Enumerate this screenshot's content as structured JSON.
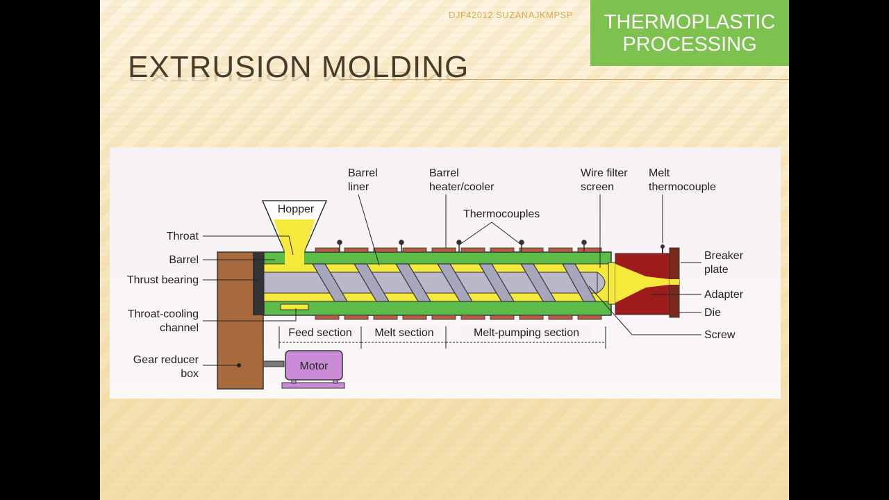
{
  "slide": {
    "author": "DJF42012 SUZANAJKMPSP",
    "badge": [
      "THERMOPLASTIC",
      "PROCESSING"
    ],
    "title": "EXTRUSION MOLDING"
  },
  "diagram": {
    "labels": {
      "hopper": "Hopper",
      "throat": "Throat",
      "barrel": "Barrel",
      "thrust_bearing": "Thrust bearing",
      "throat_cooling": [
        "Throat-cooling",
        "channel"
      ],
      "gear_reducer": [
        "Gear reducer",
        "box"
      ],
      "motor": "Motor",
      "barrel_liner": [
        "Barrel",
        "liner"
      ],
      "barrel_heater": [
        "Barrel",
        "heater/cooler"
      ],
      "thermocouples": "Thermocouples",
      "wire_filter": [
        "Wire filter",
        "screen"
      ],
      "melt_thermocouple": [
        "Melt",
        "thermocouple"
      ],
      "breaker_plate": [
        "Breaker",
        "plate"
      ],
      "adapter": "Adapter",
      "die": "Die",
      "screw": "Screw",
      "feed_section": "Feed section",
      "melt_section": "Melt section",
      "melt_pumping": "Melt-pumping section"
    },
    "colors": {
      "barrel": "#5dbb4a",
      "polymer": "#f5ea3c",
      "screw": "#b9b7c8",
      "gearbox": "#a86a3d",
      "motor": "#c98bd6",
      "die": "#9e1b1b",
      "heater": "#b65a45"
    }
  }
}
